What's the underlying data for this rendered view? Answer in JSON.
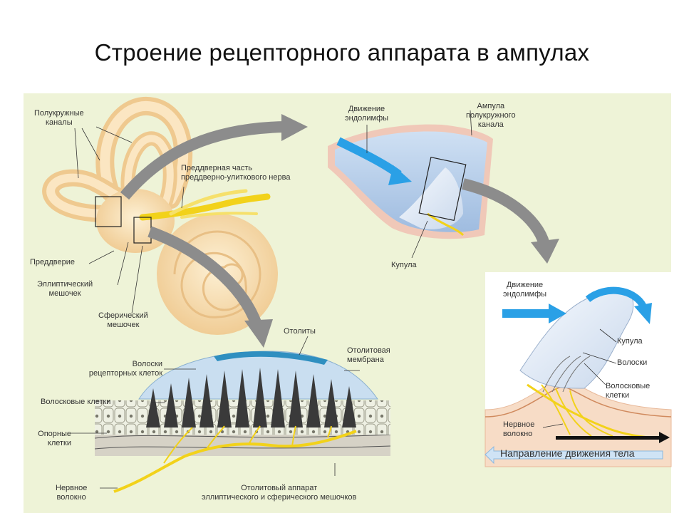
{
  "title": "Строение рецепторного аппарата в ампулах",
  "labels": {
    "semicircular_canals": [
      "Полукружные",
      "каналы"
    ],
    "vestibular_nerve": [
      "Преддверная часть",
      "преддверно-улиткового нерва"
    ],
    "vestibule": "Преддверие",
    "utricle": [
      "Эллиптический",
      "мешочек"
    ],
    "saccule": [
      "Сферический",
      "мешочек"
    ],
    "endolymph_top": [
      "Движение",
      "эндолимфы"
    ],
    "ampulla": [
      "Ампула",
      "полукружного",
      "канала"
    ],
    "cupula_top": "Купула",
    "otoliths": "Отолиты",
    "otolith_membrane": [
      "Отолитовая",
      "мембрана"
    ],
    "receptor_hairs": [
      "Волоски",
      "рецепторных клеток"
    ],
    "hair_cells_left": "Волосковые клетки",
    "support_cells": [
      "Опорные",
      "клетки"
    ],
    "nerve_fiber_left": [
      "Нервное",
      "волокно"
    ],
    "otolith_apparatus": [
      "Отолитовый аппарат",
      "эллиптического и сферического мешочков"
    ],
    "endolymph_right": [
      "Движение",
      "эндолимфы"
    ],
    "cupula_right": "Купула",
    "hairs_right": "Волоски",
    "hair_cells_right": [
      "Волосковые",
      "клетки"
    ],
    "nerve_fiber_right": [
      "Нервное",
      "волокно"
    ],
    "body_direction": "Направление движения тела"
  },
  "colors": {
    "panel": "#eef3d7",
    "bone": "#f6d9a6",
    "nerve": "#f2d21a",
    "arrow_gray": "#8c8c8c",
    "endolymph_blue": "#2aa0e6",
    "cupula": "#e3ecf7",
    "otolith": "#2f8fc0"
  }
}
